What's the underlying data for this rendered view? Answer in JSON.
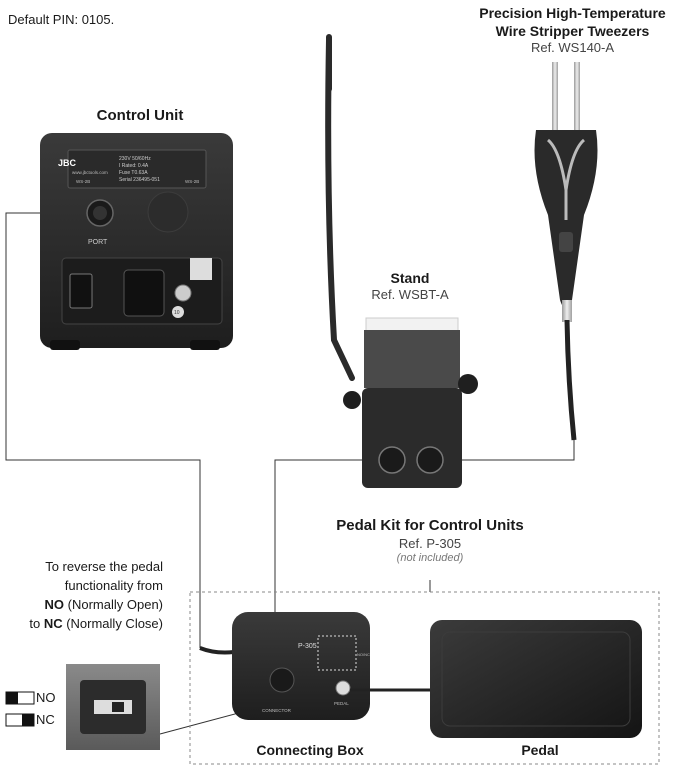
{
  "header": {
    "pin_note": "Default PIN: 0105."
  },
  "tweezers": {
    "title_line1": "Precision High-Temperature",
    "title_line2": "Wire Stripper Tweezers",
    "ref": "Ref. WS140-A"
  },
  "control_unit": {
    "title": "Control Unit",
    "port_label": "PORT",
    "brand": "JBC",
    "spec_line1": "230V  50/60Hz",
    "spec_line2": "I Rated:   0.4A",
    "spec_line3": "Fuse     T0.63A",
    "spec_line4": "Serial 236495-051",
    "website": "www.jbctools.com",
    "model_left": "WS-2B",
    "model_right": "WS-2B",
    "fuse_value": "10"
  },
  "stand": {
    "title": "Stand",
    "ref": "Ref. WSBT-A"
  },
  "pedal_kit": {
    "title": "Pedal Kit for Control Units",
    "ref": "Ref. P-305",
    "note": "(not included)"
  },
  "connecting_box": {
    "label": "Connecting Box",
    "model": "P-305",
    "conn_label": "CONNECTOR",
    "pedal_label": "PEDAL",
    "side_label": "NO/NC"
  },
  "pedal": {
    "label": "Pedal"
  },
  "reverse_note": {
    "line1": "To reverse the pedal",
    "line2": "functionality from",
    "no_bold": "NO",
    "no_rest": " (Normally Open)",
    "to": "to ",
    "nc_bold": "NC",
    "nc_rest": " (Normally Close)"
  },
  "switch_legend": {
    "no": "NO",
    "nc": "NC"
  },
  "colors": {
    "device_dark": "#2b2b2b",
    "device_mid": "#3a3a3a",
    "line": "#333333",
    "dashed_box": "#888888"
  }
}
